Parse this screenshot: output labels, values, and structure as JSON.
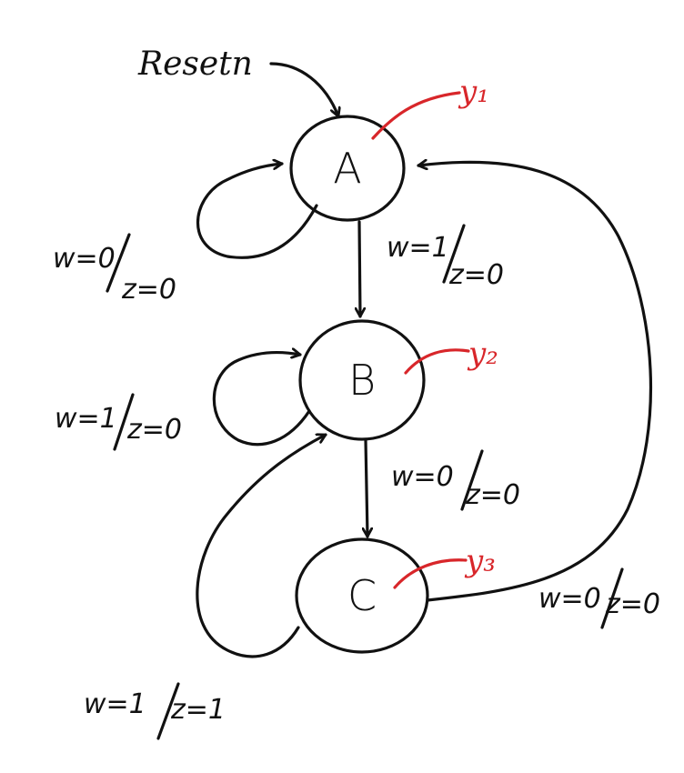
{
  "diagram": {
    "reset_label": "Resetn",
    "colors": {
      "ink": "#111111",
      "accent": "#d8262a"
    },
    "states": [
      {
        "id": "A",
        "label": "A",
        "output": "y₁"
      },
      {
        "id": "B",
        "label": "B",
        "output": "y₂"
      },
      {
        "id": "C",
        "label": "C",
        "output": "y₃"
      }
    ],
    "transitions": [
      {
        "from": "A",
        "to": "A",
        "w": "w=0",
        "z": "z=0"
      },
      {
        "from": "A",
        "to": "B",
        "w": "w=1",
        "z": "z=0"
      },
      {
        "from": "B",
        "to": "B",
        "w": "w=1",
        "z": "z=0"
      },
      {
        "from": "B",
        "to": "C",
        "w": "w=0",
        "z": "z=0"
      },
      {
        "from": "C",
        "to": "A",
        "w": "w=0",
        "z": "z=0"
      },
      {
        "from": "C",
        "to": "B",
        "w": "w=1",
        "z": "z=1"
      }
    ]
  }
}
